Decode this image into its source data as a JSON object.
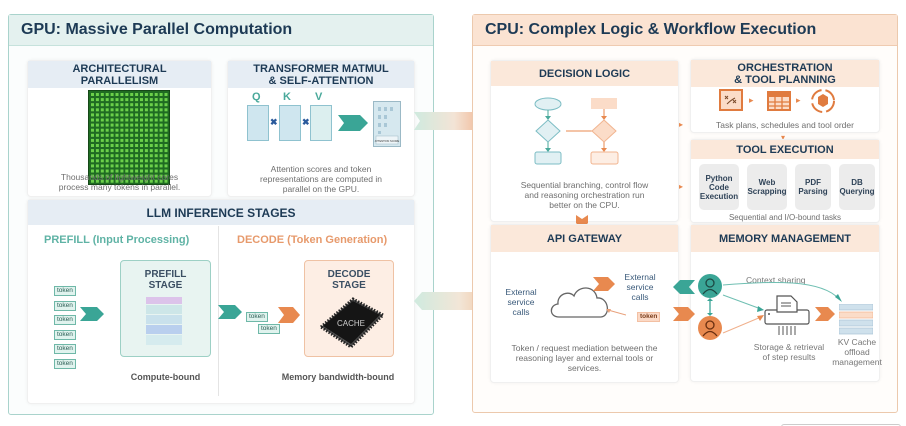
{
  "gpu": {
    "title": "GPU: Massive Parallel Computation",
    "parallelism": {
      "title_line1": "ARCHITECTURAL",
      "title_line2": "PARALLELISM",
      "caption_line1": "Thousands of lightweight cores",
      "caption_line2": "process many tokens in parallel."
    },
    "transformer": {
      "title_line1": "TRANSFORMER MATMUL",
      "title_line2": "& SELF-ATTENTION",
      "q": "Q",
      "k": "K",
      "v": "V",
      "multiply": "✖",
      "attention_label": "ATTENTION SCORE",
      "caption_line1": "Attention scores and token",
      "caption_line2": "representations are computed in",
      "caption_line3": "parallel on the GPU."
    },
    "inference": {
      "title": "LLM INFERENCE STAGES",
      "prefill_title": "PREFILL (Input Processing)",
      "decode_title": "DECODE (Token Generation)",
      "tokens": [
        "token",
        "token",
        "token",
        "token",
        "token",
        "token"
      ],
      "prefill_stage_line1": "PREFILL",
      "prefill_stage_line2": "STAGE",
      "decode_tokens": [
        "token",
        "token"
      ],
      "decode_stage_line1": "DECODE",
      "decode_stage_line2": "STAGE",
      "cache_label": "CACHE",
      "prefill_bound": "Compute-bound",
      "decode_bound": "Memory bandwidth-bound"
    }
  },
  "cpu": {
    "title": "CPU: Complex Logic & Workflow Execution",
    "decision": {
      "title": "DECISION LOGIC",
      "caption_line1": "Sequential branching, control flow",
      "caption_line2": "and reasoning orchestration run",
      "caption_line3": "better on the CPU."
    },
    "orchestration": {
      "title_line1": "ORCHESTRATION",
      "title_line2": "& TOOL PLANNING",
      "caption": "Task plans, schedules and tool order"
    },
    "tool_execution": {
      "title": "TOOL EXECUTION",
      "tools": [
        {
          "line1": "Python",
          "line2": "Code",
          "line3": "Execution"
        },
        {
          "line1": "Web",
          "line2": "Scrapping",
          "line3": ""
        },
        {
          "line1": "PDF",
          "line2": "Parsing",
          "line3": ""
        },
        {
          "line1": "DB",
          "line2": "Querying",
          "line3": ""
        }
      ],
      "caption": "Sequential  and I/O-bound  tasks"
    },
    "api_gateway": {
      "title": "API GATEWAY",
      "left_label_line1": "External",
      "left_label_line2": "service",
      "left_label_line3": "calls",
      "right_label_line1": "External",
      "right_label_line2": "service",
      "right_label_line3": "calls",
      "token": "token",
      "caption_line1": "Token / request mediation between the",
      "caption_line2": "reasoning layer and external tools or",
      "caption_line3": "services."
    },
    "memory": {
      "title": "MEMORY MANAGEMENT",
      "context_sharing": "Context sharing",
      "storage_line1": "Storage & retrieval",
      "storage_line2": "of step results",
      "kv_line1": "KV Cache",
      "kv_line2": "offload",
      "kv_line3": "management"
    }
  },
  "colors": {
    "teal": "#4aa99b",
    "orange": "#e8894f",
    "navy": "#1d3a55",
    "gpu_green": "#2f8a2f"
  }
}
